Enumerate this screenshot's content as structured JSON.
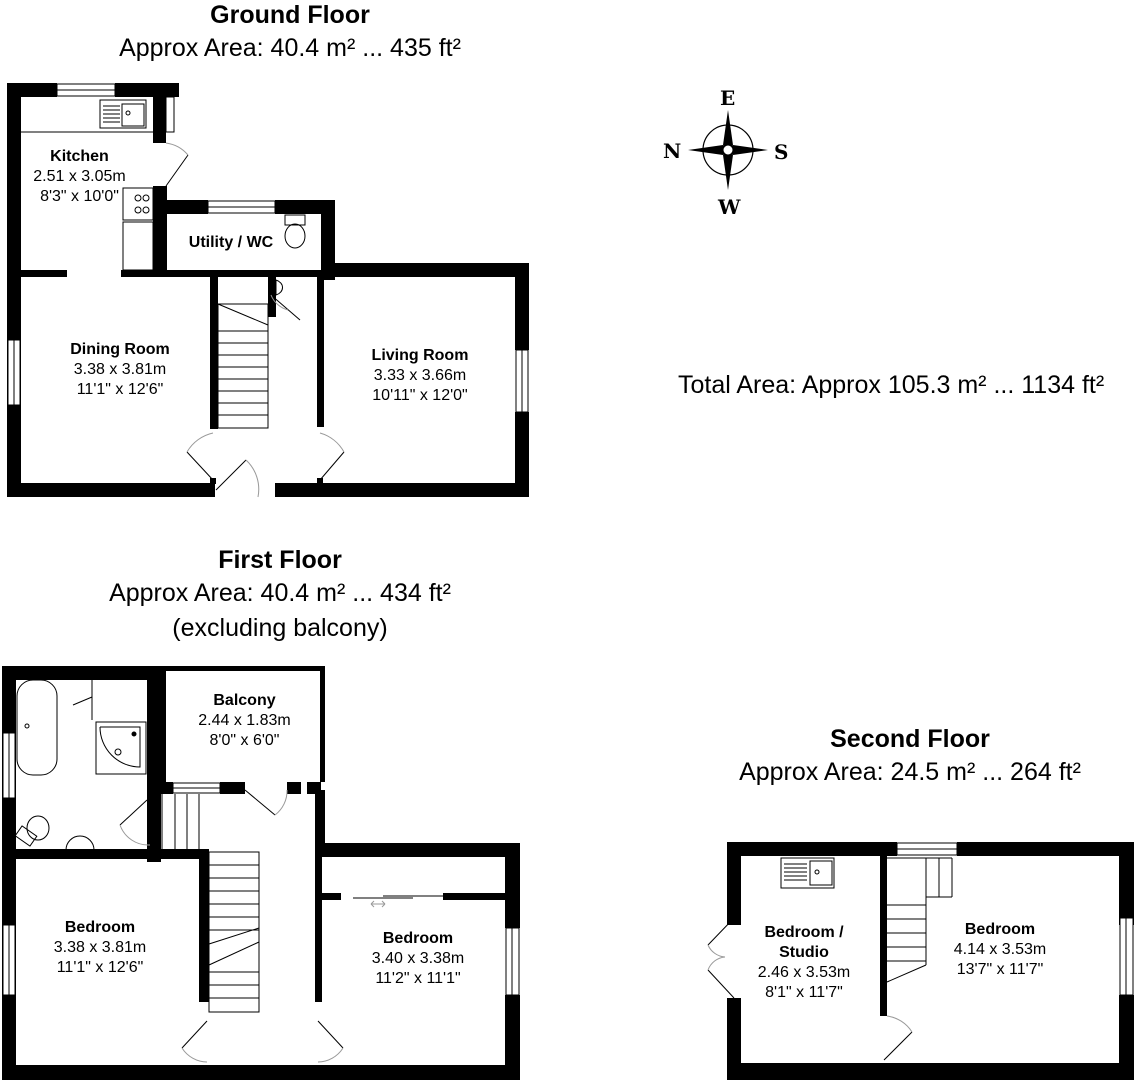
{
  "ground_floor": {
    "title": "Ground Floor",
    "area": "Approx Area: 40.4 m² ... 435 ft²",
    "rooms": [
      {
        "name": "Kitchen",
        "metric": "2.51 x 3.05m",
        "imperial": "8'3\" x 10'0\""
      },
      {
        "name": "Utility / WC",
        "metric": "",
        "imperial": ""
      },
      {
        "name": "Dining Room",
        "metric": "3.38 x 3.81m",
        "imperial": "11'1\" x 12'6\""
      },
      {
        "name": "Living Room",
        "metric": "3.33 x 3.66m",
        "imperial": "10'11\" x 12'0\""
      }
    ]
  },
  "first_floor": {
    "title": "First Floor",
    "area": "Approx Area: 40.4 m² ... 434 ft²",
    "note": "(excluding balcony)",
    "rooms": [
      {
        "name": "Balcony",
        "metric": "2.44 x 1.83m",
        "imperial": "8'0\" x 6'0\""
      },
      {
        "name": "Bedroom",
        "metric": "3.38 x 3.81m",
        "imperial": "11'1\" x 12'6\""
      },
      {
        "name": "Bedroom",
        "metric": "3.40 x 3.38m",
        "imperial": "11'2\" x 11'1\""
      }
    ]
  },
  "second_floor": {
    "title": "Second Floor",
    "area": "Approx Area: 24.5 m² ... 264 ft²",
    "rooms": [
      {
        "name_line1": "Bedroom /",
        "name_line2": "Studio",
        "metric": "2.46 x 3.53m",
        "imperial": "8'1\" x 11'7\""
      },
      {
        "name": "Bedroom",
        "metric": "4.14 x 3.53m",
        "imperial": "13'7\" x 11'7\""
      }
    ]
  },
  "total_area": "Total Area: Approx 105.3 m² ... 1134 ft²",
  "compass": {
    "top": "E",
    "left": "N",
    "right": "S",
    "bottom": "W",
    "icon": "compass-rose-icon"
  },
  "colors": {
    "wall": "#000000",
    "background": "#ffffff",
    "door_arc": "#999999"
  }
}
